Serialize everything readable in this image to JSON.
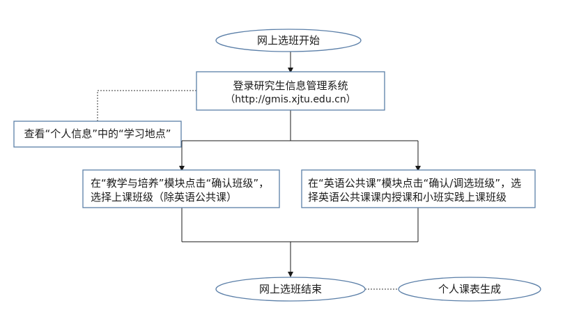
{
  "diagram": {
    "start": "网上选班开始",
    "login": {
      "line1": "登录研究生信息管理系统",
      "line2": "（http://gmis.xjtu.edu.cn）"
    },
    "check_location": "查看“个人信息”中的“学习地点”",
    "left_branch": {
      "line1": "在“教学与培养”模块点击“确认班级”，",
      "line2": "选择上课班级（除英语公共课）"
    },
    "right_branch": {
      "line1": "在“英语公共课”模块点击“确认/调选班级”，选",
      "line2": "择英语公共课课内授课和小班实践上课班级"
    },
    "end": "网上选班结束",
    "timetable": "个人课表生成",
    "colors": {
      "node_fill": "#ffffff",
      "node_stroke": "#5b7fa8",
      "arrow": "#1a1a1a",
      "dotted": "#333333"
    }
  }
}
